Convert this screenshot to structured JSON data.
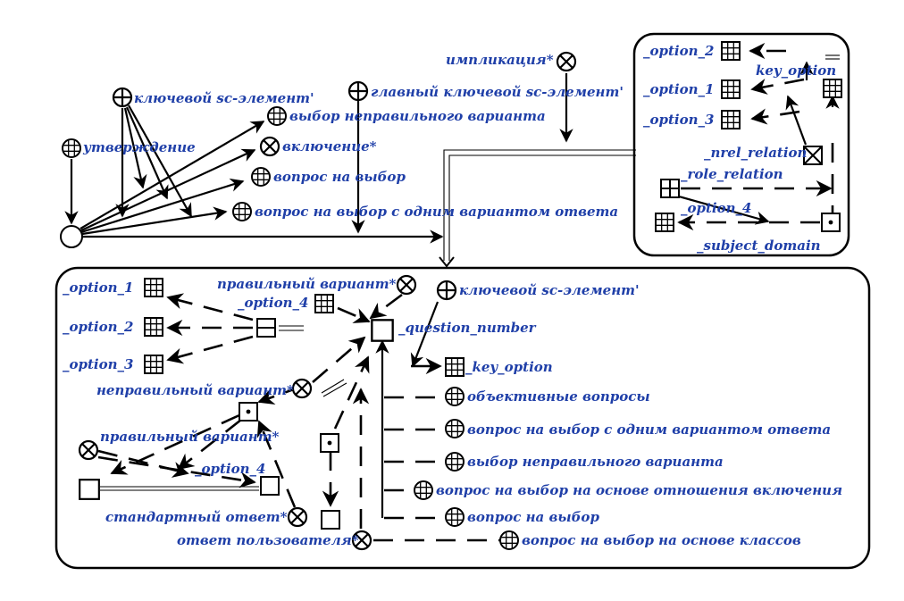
{
  "labels": {
    "impl": "импликация*",
    "key_sc_top": "ключевой sc-элемент'",
    "main_key_sc": "главный ключевой sc-элемент'",
    "utverzhdenie": "утверждение",
    "wrong_choice_top": "выбор неправильного варианта",
    "vklyuchenie": "включение*",
    "choice_q_top": "вопрос на выбор",
    "single_choice_top": "вопрос на выбор с одним вариантом ответа",
    "opt2_r": "_option_2",
    "opt1_r": "_option_1",
    "opt3_r": "_option_3",
    "key_option_r": "key_option",
    "nrel_relation": "_nrel_relation",
    "role_relation": "_role_relation",
    "opt4_r": "_option_4",
    "subject_domain": "_subject_domain",
    "opt1_b": "_option_1",
    "opt2_b": "_option_2",
    "opt3_b": "_option_3",
    "correct_var1": "правильный вариант*",
    "opt4_b": "_option_4",
    "key_sc_b": "ключевой sc-элемент'",
    "question_number": "_question_number",
    "key_option_b": "_key_option",
    "wrong_var": "неправильный вариант*",
    "objective_q": "объективные вопросы",
    "single_choice_b": "вопрос на выбор с одним вариантом ответа",
    "correct_var2": "правильный вариант*",
    "wrong_choice_b": "выбор неправильного варианта",
    "opt4_b2": "_option_4",
    "inclusion_based": "вопрос на выбор на основе отношения включения",
    "standard_answer": "стандартный ответ*",
    "choice_q_b": "вопрос на выбор",
    "user_answer": "ответ пользователя*",
    "class_based": "вопрос на выбор на основе классов"
  },
  "icons": {
    "cross": "circle-cross-icon",
    "plus": "circle-plus-icon",
    "grid_circle": "circle-grid-icon",
    "grid_square": "square-grid-icon",
    "plain_square": "square-icon",
    "dot_square": "dotted-square-icon"
  },
  "colors": {
    "label": "#1f3fa8",
    "line": "#000000",
    "background": "#ffffff"
  }
}
